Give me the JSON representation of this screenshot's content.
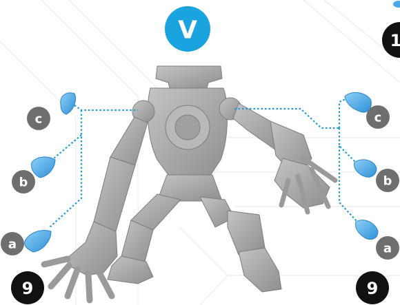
{
  "step_badge": {
    "label": "V",
    "color": "#1aa3de"
  },
  "left_options": [
    {
      "label": "c",
      "part": "shoulder-pad-option-c"
    },
    {
      "label": "b",
      "part": "shoulder-pad-option-b"
    },
    {
      "label": "a",
      "part": "shoulder-pad-option-a"
    }
  ],
  "right_options": [
    {
      "label": "c",
      "part": "shoulder-pad-option-c"
    },
    {
      "label": "b",
      "part": "shoulder-pad-option-b"
    },
    {
      "label": "a",
      "part": "shoulder-pad-option-a"
    }
  ],
  "count_left": "9",
  "count_right": "9",
  "top_right_number": "1",
  "colors": {
    "part_blue": "#4aa8e8",
    "leader_blue": "#1b9ad6",
    "badge_gray": "#6e6e6e",
    "badge_black": "#111111",
    "model_gray": "#a8a8a8"
  }
}
